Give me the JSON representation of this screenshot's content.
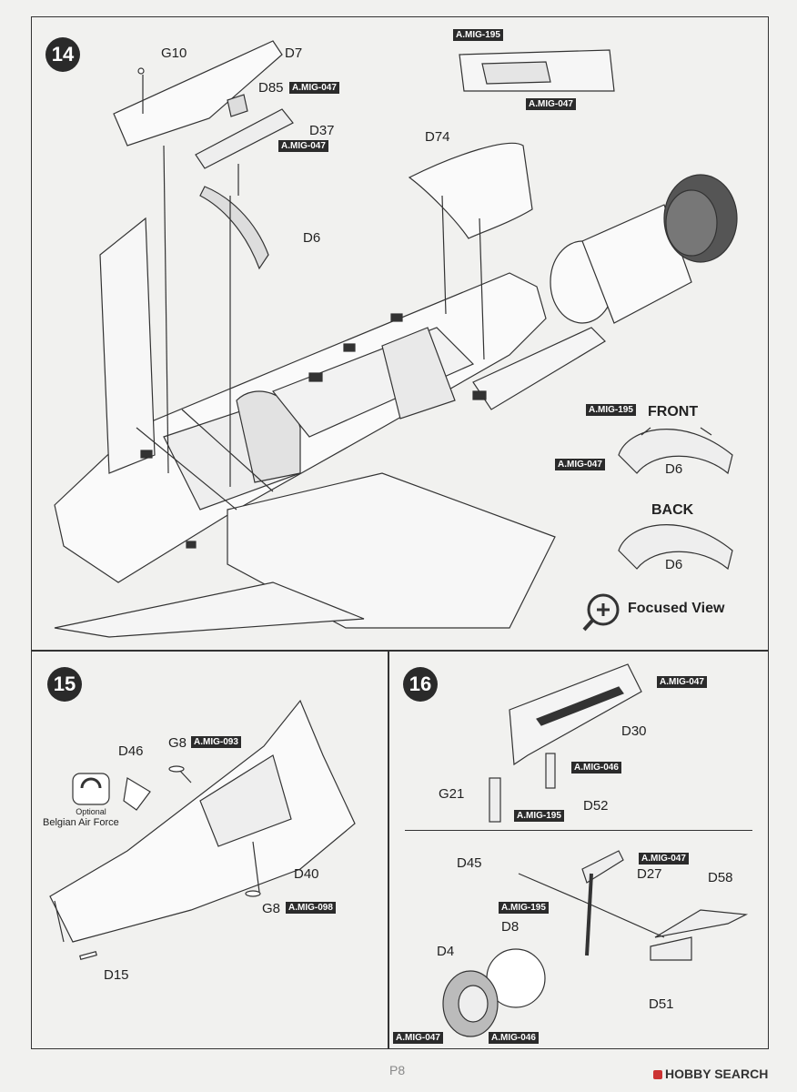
{
  "page": {
    "number": "P8"
  },
  "watermark": {
    "text": "HOBBY SEARCH"
  },
  "step14": {
    "number": "14",
    "labels": {
      "g10": "G10",
      "d7": "D7",
      "d85": "D85",
      "d37": "D37",
      "d6": "D6",
      "d74": "D74"
    },
    "paints": {
      "d85": "A.MIG-047",
      "d37": "A.MIG-047",
      "top_box_1": "A.MIG-195",
      "top_box_2": "A.MIG-047"
    },
    "inset": {
      "front_title": "FRONT",
      "front_paint_1": "A.MIG-195",
      "front_paint_2": "A.MIG-047",
      "front_part": "D6",
      "back_title": "BACK",
      "back_part": "D6",
      "focused_view": "Focused View"
    }
  },
  "step15": {
    "number": "15",
    "labels": {
      "d46": "D46",
      "g8_top": "G8",
      "g8_bottom": "G8",
      "d40": "D40",
      "d15": "D15"
    },
    "paints": {
      "g8_top": "A.MIG-093",
      "g8_bottom": "A.MIG-098"
    },
    "optional": {
      "word": "Optional",
      "text": "Belgian Air Force"
    }
  },
  "step16": {
    "number": "16",
    "labels": {
      "d30": "D30",
      "g21": "G21",
      "d52": "D52",
      "d45": "D45",
      "d27": "D27",
      "d58": "D58",
      "d8": "D8",
      "d4": "D4",
      "d51": "D51"
    },
    "paints": {
      "d30": "A.MIG-047",
      "d52_a": "A.MIG-046",
      "d52_b": "A.MIG-195",
      "d27": "A.MIG-047",
      "strut": "A.MIG-195",
      "d4_a": "A.MIG-047",
      "d4_b": "A.MIG-046"
    }
  }
}
